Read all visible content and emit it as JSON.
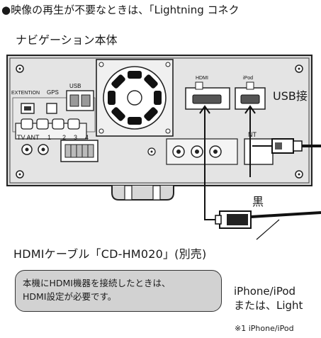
{
  "header": {
    "bullet": "●",
    "text": "映像の再生が不要なときは、「Lightning コネク"
  },
  "diagram": {
    "unit_title": "ナビゲーション本体",
    "port_labels": {
      "extension": "EXTENTION",
      "gps": "GPS",
      "usb": "USB",
      "tv_ant": "TV ANT",
      "ch1": "1",
      "ch2": "2",
      "ch3": "3",
      "ch4": "4",
      "hdmi": "HDMI",
      "ipod": "iPod",
      "ant": "NT"
    },
    "usb_cable_label": "USB接",
    "black_label": "黒",
    "hdmi_cable_label": "HDMIケーブル「CD-HM020」(別売)"
  },
  "note": {
    "line1": "本機にHDMI機器を接続したときは、",
    "line2": "HDMI設定が必要です。"
  },
  "side_text": {
    "line1": "iPhone/iPod",
    "line2": "または、Light"
  },
  "footnote": "※1 iPhone/iPod"
}
